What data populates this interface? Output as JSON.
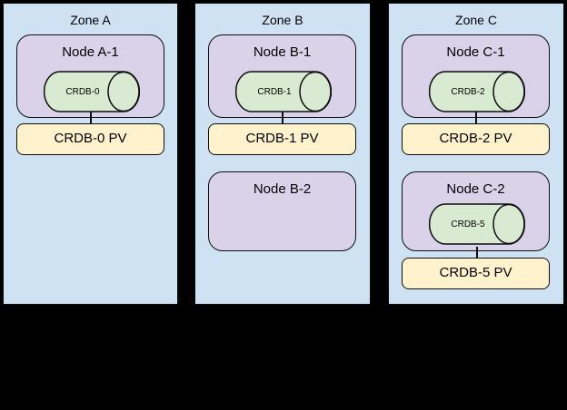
{
  "colors": {
    "background": "#000000",
    "zone_fill": "#cfe2f3",
    "node_fill": "#d9d2e9",
    "cylinder_fill": "#d9ead3",
    "pv_fill": "#fff2cc",
    "border": "#0d0d0d"
  },
  "zones": [
    {
      "label": "Zone A",
      "nodes": [
        {
          "label": "Node A-1",
          "pod": "CRDB-0",
          "pv": "CRDB-0 PV"
        }
      ]
    },
    {
      "label": "Zone B",
      "nodes": [
        {
          "label": "Node B-1",
          "pod": "CRDB-1",
          "pv": "CRDB-1 PV"
        },
        {
          "label": "Node B-2"
        }
      ]
    },
    {
      "label": "Zone C",
      "nodes": [
        {
          "label": "Node C-1",
          "pod": "CRDB-2",
          "pv": "CRDB-2 PV"
        },
        {
          "label": "Node C-2",
          "pod": "CRDB-5",
          "pv": "CRDB-5 PV"
        }
      ]
    }
  ]
}
